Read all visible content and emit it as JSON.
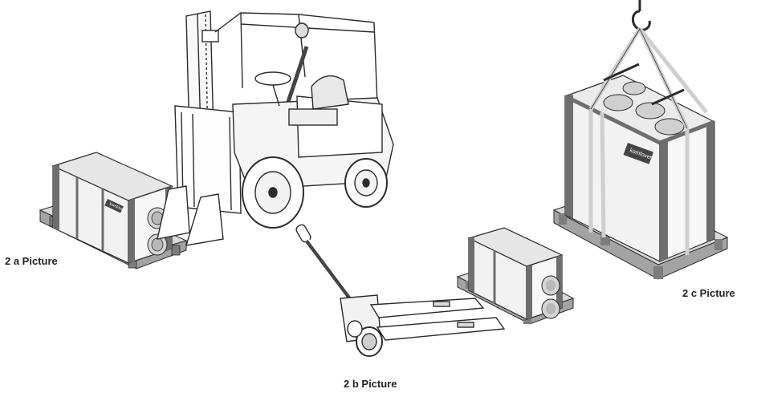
{
  "captions": {
    "a": "2 a Picture",
    "b": "2 b Picture",
    "c": "2 c Picture"
  },
  "unit_label": "komfovent",
  "colors": {
    "line": "#2b2b2b",
    "box_side": "#6e6e6e",
    "box_face": "#f4f4f4",
    "pallet": "#9a9a9a",
    "strap": "#cfcfcf"
  },
  "icons": [
    "forklift-icon",
    "pallet-jack-icon",
    "crane-hook-icon"
  ]
}
